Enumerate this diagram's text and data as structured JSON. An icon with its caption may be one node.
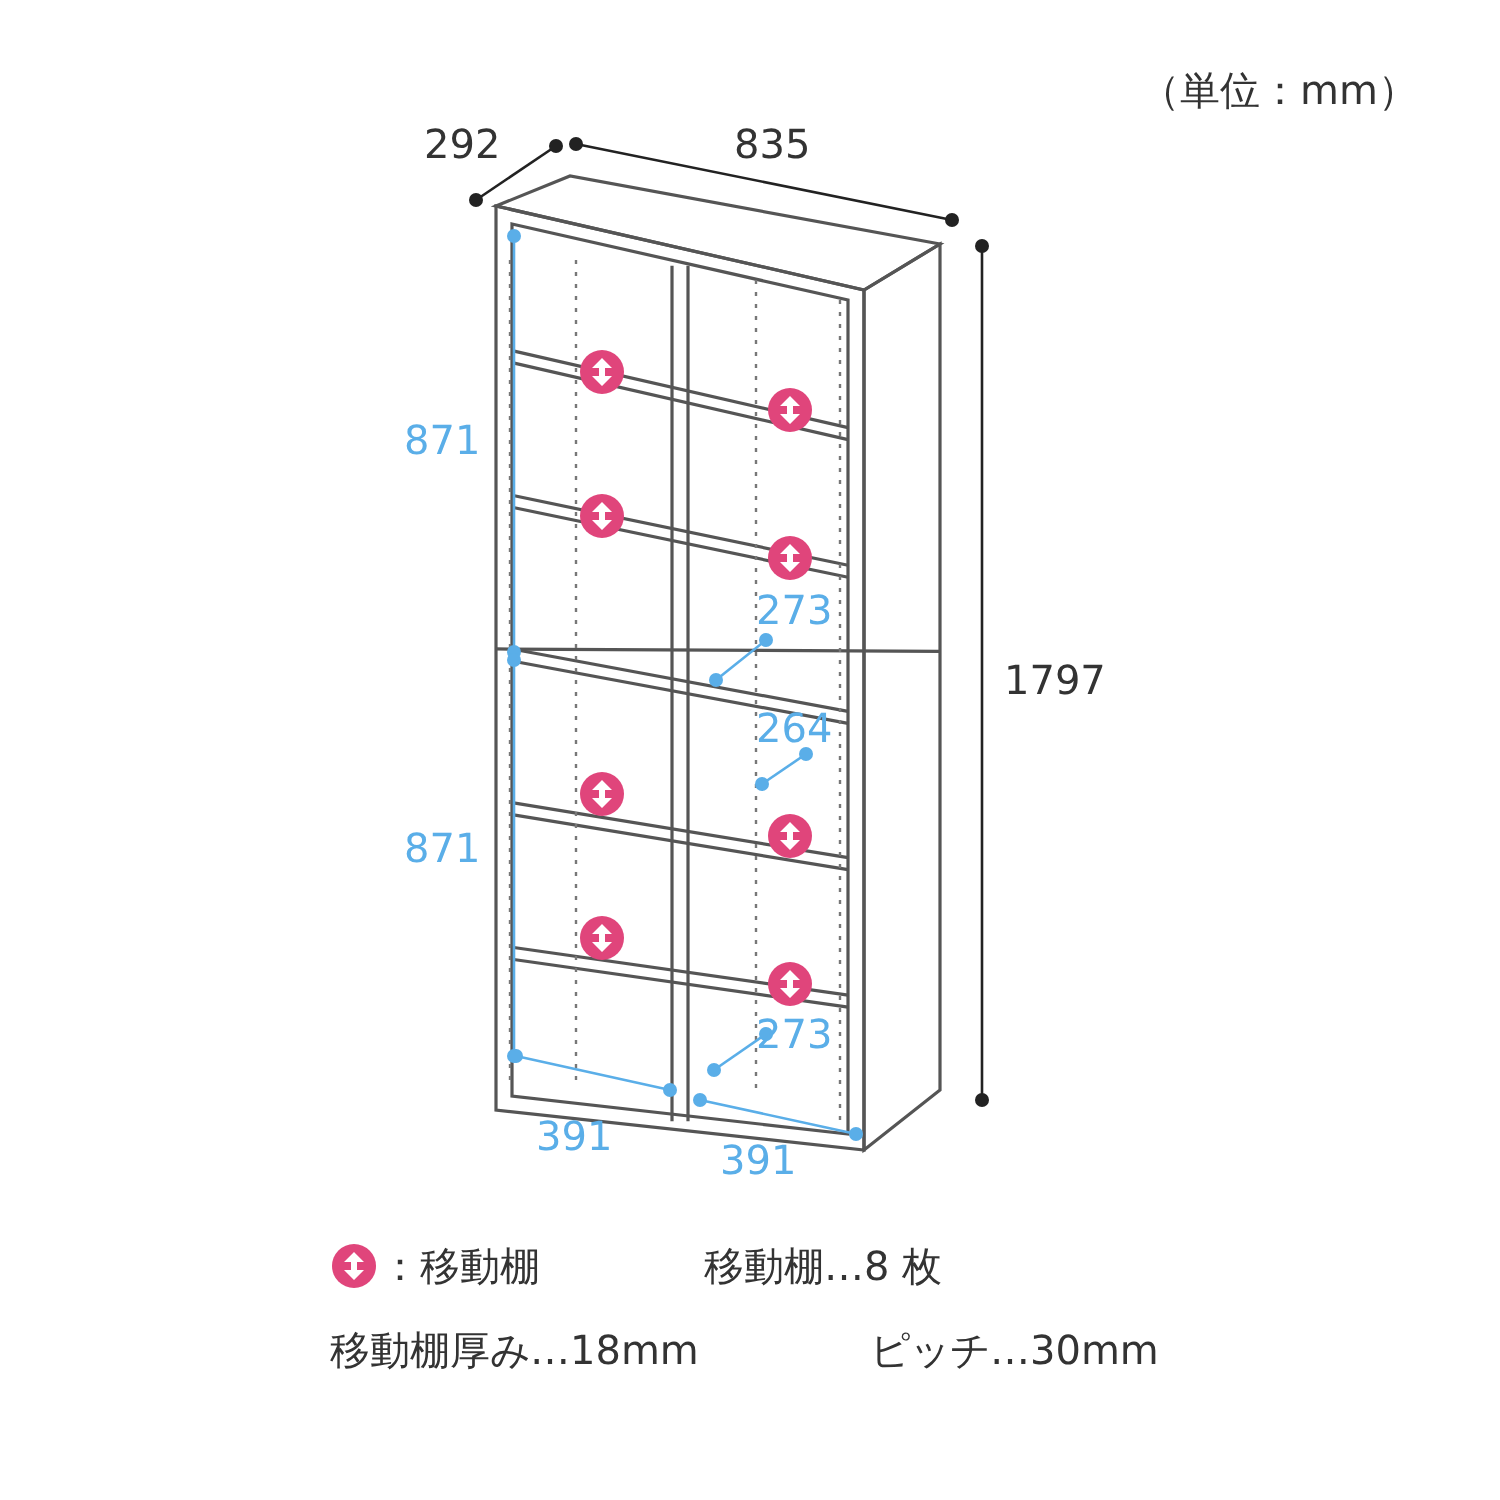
{
  "diagram": {
    "labels": [
      "（単位：mm）",
      "292",
      "835",
      "871",
      "273",
      "1797",
      "264",
      "871",
      "273",
      "391",
      "391",
      "移動棚…8 枚",
      "移動棚厚み…18mm",
      "ピッチ…30mm"
    ],
    "legend": [
      {
        "text": "：移動棚"
      }
    ]
  }
}
